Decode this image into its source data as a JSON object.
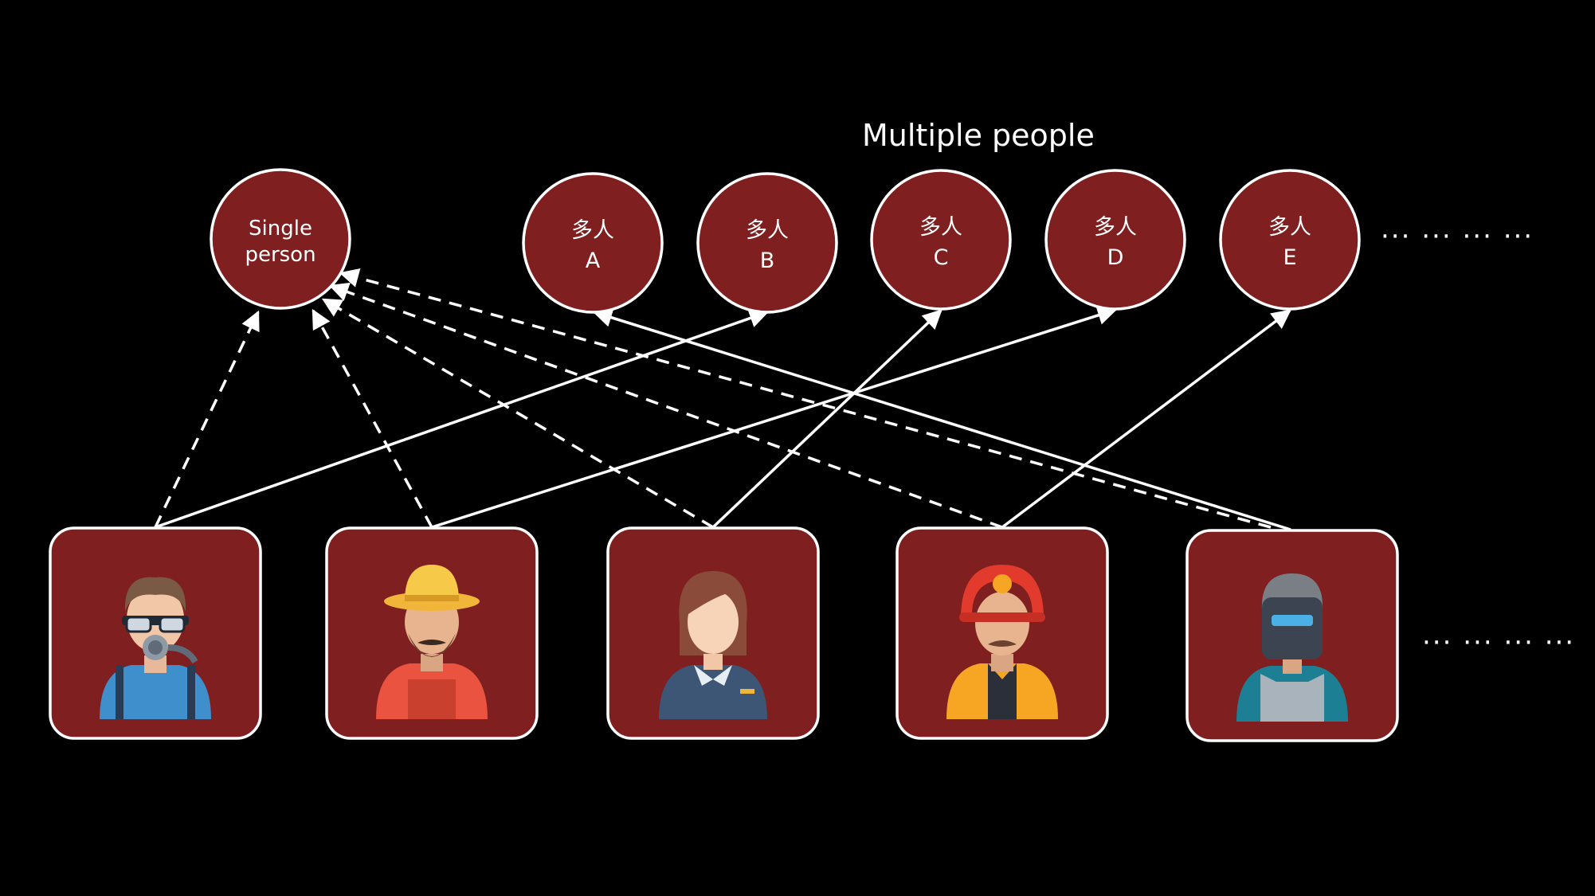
{
  "title": "Multiple people",
  "single_node": {
    "line1": "Single",
    "line2": "person"
  },
  "group_nodes": [
    {
      "line1": "多人",
      "line2": "A"
    },
    {
      "line1": "多人",
      "line2": "B"
    },
    {
      "line1": "多人",
      "line2": "C"
    },
    {
      "line1": "多人",
      "line2": "D"
    },
    {
      "line1": "多人",
      "line2": "E"
    }
  ],
  "top_ellipsis": "··· ··· ··· ···",
  "bottom_ellipsis": "··· ··· ··· ···",
  "persons": [
    {
      "icon": "worker-with-respirator-icon"
    },
    {
      "icon": "farmer-with-hat-icon"
    },
    {
      "icon": "flight-attendant-icon"
    },
    {
      "icon": "firefighter-icon"
    },
    {
      "icon": "welder-icon"
    }
  ],
  "colors": {
    "node_fill": "#7f1f1f",
    "stroke": "#ffffff",
    "background": "#000000"
  }
}
